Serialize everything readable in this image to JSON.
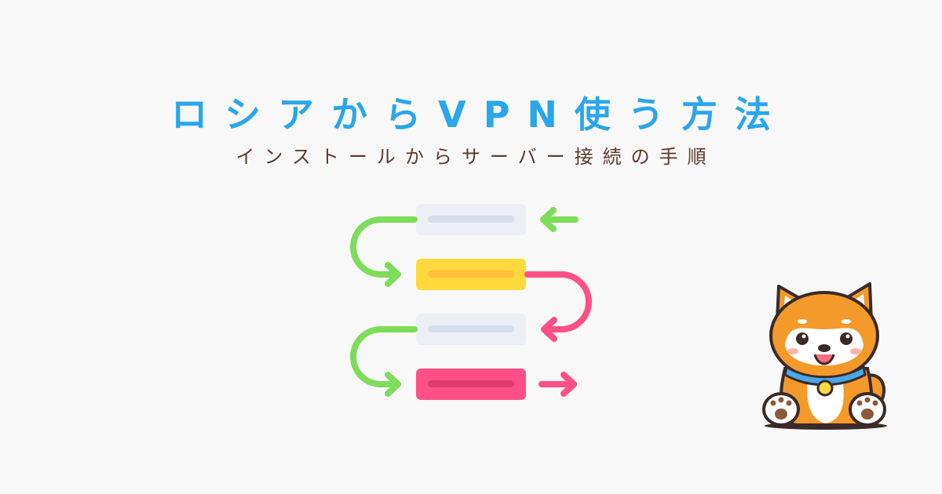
{
  "header": {
    "title": "ロシアからVPN使う方法",
    "subtitle": "インストールからサーバー接続の手順"
  },
  "colors": {
    "title": "#2aa6ea",
    "subtitle": "#5a3a2e",
    "green_arrow": "#7ddc5a",
    "pink_arrow": "#ff4f87",
    "gray_box": "#eceff5",
    "yellow_box": "#ffd93d",
    "pink_box": "#ff4f87"
  },
  "illustration": {
    "flow_steps": [
      "gray",
      "yellow",
      "gray",
      "pink"
    ],
    "mascot": "shiba-dog-icon"
  }
}
